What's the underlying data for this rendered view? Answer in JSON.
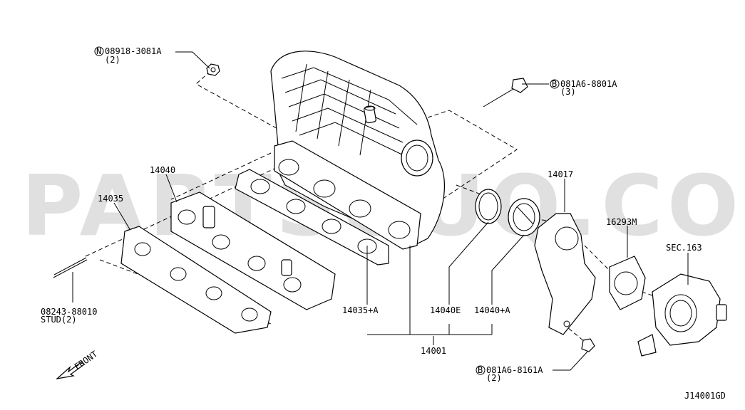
{
  "watermark": "PARTSOUQ.COM",
  "diagram_code": "J14001GD",
  "labels": {
    "nut": {
      "symbol": "N",
      "part": "08918-3081A",
      "qty": "(2)"
    },
    "bolt_top": {
      "symbol": "B",
      "part": "081A6-8801A",
      "qty": "(3)"
    },
    "bolt_bottom": {
      "symbol": "B",
      "part": "081A6-8161A",
      "qty": "(2)"
    },
    "p14040": "14040",
    "p14035": "14035",
    "p14017": "14017",
    "p16293M": "16293M",
    "sec163": "SEC.163",
    "stud": {
      "part": "08243-88010",
      "qty": "STUD(2)"
    },
    "p14035A": "14035+A",
    "p14040E": "14040E",
    "p14040A": "14040+A",
    "p14001": "14001"
  },
  "front_label": "FRONT"
}
